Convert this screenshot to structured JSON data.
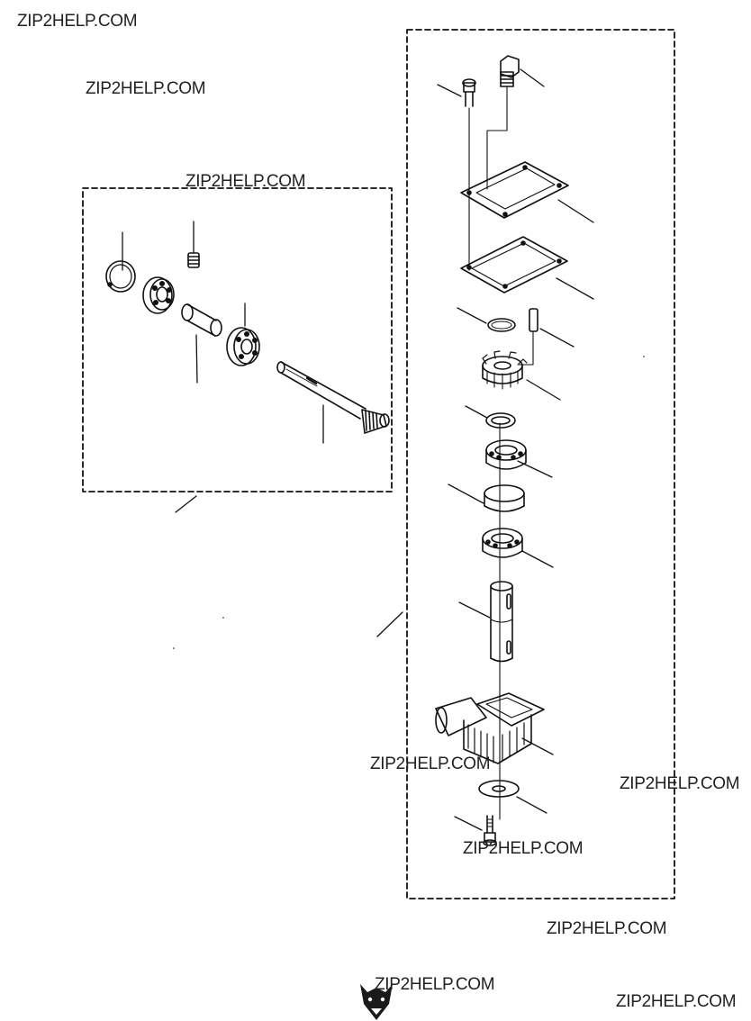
{
  "watermarks": {
    "w1": "ZIP2HELP.COM",
    "w2": "ZIP2HELP.COM",
    "w3": "ZIP2HELP.COM",
    "w4": "ZIP2HELP.COM",
    "w5": "ZIP2HELP.COM",
    "w6": "ZIP2HELP.COM",
    "w7": "ZIP2HELP.COM",
    "w8": "ZIP2HELP.COM",
    "w9": "ZIP2HELP.COM"
  },
  "colors": {
    "line": "#111111",
    "background": "#ffffff"
  },
  "logo": {
    "icon": "wolf-head-logo-icon"
  }
}
